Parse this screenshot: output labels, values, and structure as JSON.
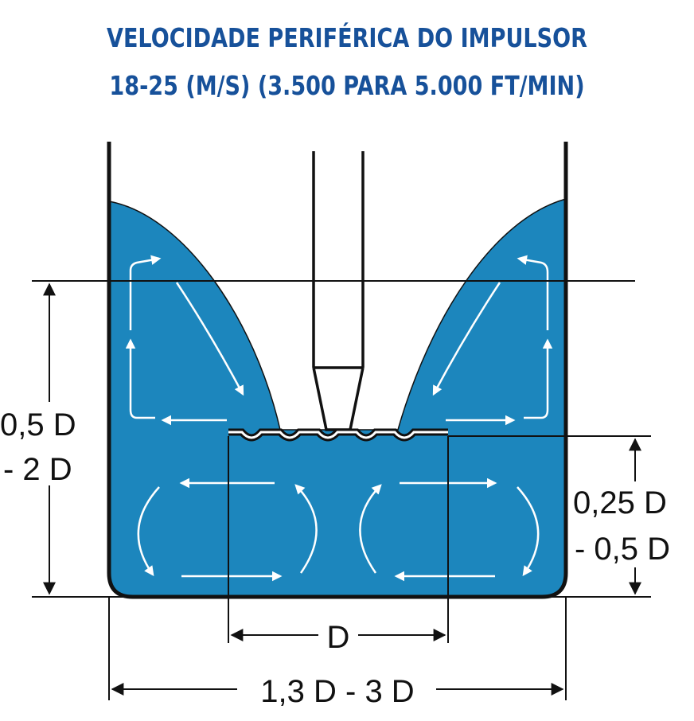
{
  "title": {
    "line1": "VELOCIDADE PERIFÉRICA DO IMPULSOR",
    "line2": "18-25 (M/S)  (3.500 PARA 5.000 FT/MIN)"
  },
  "dimensions": {
    "liquid_depth_line1": "0,5 D",
    "liquid_depth_line2": "- 2 D",
    "impeller_clearance_line1": "0,25 D",
    "impeller_clearance_line2": "- 0,5 D",
    "impeller_diameter": "D",
    "tank_width": "1,3 D - 3 D"
  },
  "colors": {
    "title": "#17519a",
    "liquid": "#1c86bd",
    "lines": "#111111",
    "arrows": "#ffffff"
  }
}
